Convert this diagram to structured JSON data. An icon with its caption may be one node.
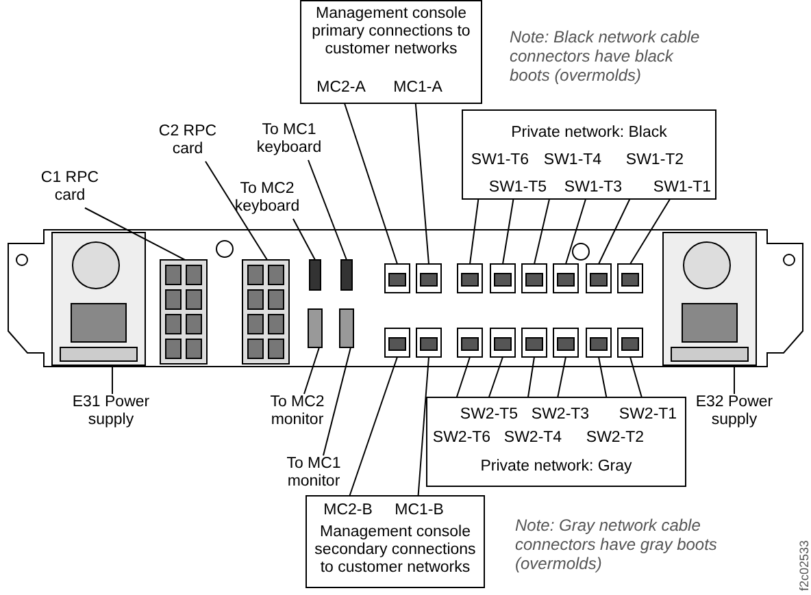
{
  "diagram": {
    "nodes": [
      {
        "text": [
          "Management console primary connections to customer networks"
        ]
      },
      {
        "text": [
          "MC2-A"
        ],
        "in": 0
      },
      {
        "text": [
          "MC1-A"
        ],
        "in": 0
      },
      {
        "text": [
          "C2 RPC card"
        ]
      },
      {
        "text": [
          "To MC1 keyboard"
        ]
      },
      {
        "text": [
          "C1 RPC card"
        ]
      },
      {
        "text": [
          "To MC2 keyboard"
        ]
      },
      {
        "text": [
          "Private network: Black"
        ]
      },
      {
        "text": [
          "SW1-T6"
        ],
        "in": 7
      },
      {
        "text": [
          "SW1-T4"
        ],
        "in": 7
      },
      {
        "text": [
          "SW1-T2"
        ],
        "in": 7
      },
      {
        "text": [
          "SW1-T5"
        ],
        "in": 7
      },
      {
        "text": [
          "SW1-T3"
        ],
        "in": 7
      },
      {
        "text": [
          "SW1-T1"
        ],
        "in": 7
      },
      {
        "text": [
          "E31 Power supply"
        ]
      },
      {
        "text": [
          "To MC2 monitor"
        ]
      },
      {
        "text": [
          "Private network: Gray"
        ]
      },
      {
        "text": [
          "SW2-T5"
        ],
        "in": 16
      },
      {
        "text": [
          "SW2-T3"
        ],
        "in": 16
      },
      {
        "text": [
          "SW2-T1"
        ],
        "in": 16
      },
      {
        "text": [
          "SW2-T6"
        ],
        "in": 16
      },
      {
        "text": [
          "SW2-T4"
        ],
        "in": 16
      },
      {
        "text": [
          "SW2-T2"
        ],
        "in": 16
      },
      {
        "text": [
          "E32 Power supply"
        ]
      },
      {
        "text": [
          "To MC1 monitor"
        ]
      },
      {
        "text": [
          "Management console secondary connections to customer networks"
        ]
      },
      {
        "text": [
          "MC2-B"
        ],
        "in": 25
      },
      {
        "text": [
          "MC1-B"
        ],
        "in": 25
      },
      {
        "text": [],
        "shape": "box"
      },
      {
        "text": [],
        "shape": "box"
      },
      {
        "text": [],
        "shape": "box"
      },
      {
        "text": [],
        "shape": "box"
      },
      {
        "text": [],
        "shape": "box"
      },
      {
        "text": [],
        "shape": "box"
      },
      {
        "text": [],
        "shape": "box"
      },
      {
        "text": [],
        "shape": "box"
      },
      {
        "text": [],
        "shape": "box"
      },
      {
        "text": [],
        "shape": "box"
      },
      {
        "text": [],
        "shape": "box"
      },
      {
        "text": [],
        "shape": "box"
      },
      {
        "text": [],
        "shape": "box"
      },
      {
        "text": [],
        "shape": "box"
      },
      {
        "text": [],
        "shape": "box"
      },
      {
        "text": [],
        "shape": "box"
      },
      {
        "text": [],
        "shape": "box"
      },
      {
        "text": [],
        "shape": "box"
      },
      {
        "text": [],
        "shape": "box"
      },
      {
        "text": [],
        "shape": "box"
      },
      {
        "text": [],
        "shape": "box"
      },
      {
        "text": [],
        "shape": "box"
      },
      {
        "text": [],
        "shape": "box"
      },
      {
        "text": [],
        "shape": "box"
      }
    ],
    "edges": [
      {
        "from": 1,
        "to": 35,
        "arrow": "none"
      },
      {
        "from": 2,
        "to": 36,
        "arrow": "none"
      },
      {
        "from": 3,
        "to": 30,
        "arrow": "none"
      },
      {
        "from": 4,
        "to": 32,
        "arrow": "none"
      },
      {
        "from": 5,
        "to": 29,
        "arrow": "none"
      },
      {
        "from": 6,
        "to": 31,
        "arrow": "none"
      },
      {
        "from": 8,
        "to": 37,
        "arrow": "none"
      },
      {
        "from": 9,
        "to": 39,
        "arrow": "none"
      },
      {
        "from": 10,
        "to": 41,
        "arrow": "none"
      },
      {
        "from": 11,
        "to": 38,
        "arrow": "none"
      },
      {
        "from": 12,
        "to": 40,
        "arrow": "none"
      },
      {
        "from": 13,
        "to": 42,
        "arrow": "none"
      },
      {
        "from": 14,
        "to": 28,
        "arrow": "none"
      },
      {
        "from": 15,
        "to": 33,
        "arrow": "none"
      },
      {
        "from": 17,
        "to": 46,
        "arrow": "none"
      },
      {
        "from": 18,
        "to": 48,
        "arrow": "none"
      },
      {
        "from": 19,
        "to": 50,
        "arrow": "none"
      },
      {
        "from": 20,
        "to": 45,
        "arrow": "none"
      },
      {
        "from": 21,
        "to": 47,
        "arrow": "none"
      },
      {
        "from": 22,
        "to": 49,
        "arrow": "none"
      },
      {
        "from": 23,
        "to": 51,
        "arrow": "none"
      },
      {
        "from": 24,
        "to": 34,
        "arrow": "none"
      },
      {
        "from": 26,
        "to": 43,
        "arrow": "none"
      },
      {
        "from": 27,
        "to": 44,
        "arrow": "none"
      }
    ],
    "labels": [
      "Note: Black network cable connectors have black boots (overmolds)",
      "Note: Gray network cable connectors have gray boots (overmolds)",
      "f2c02533"
    ]
  }
}
